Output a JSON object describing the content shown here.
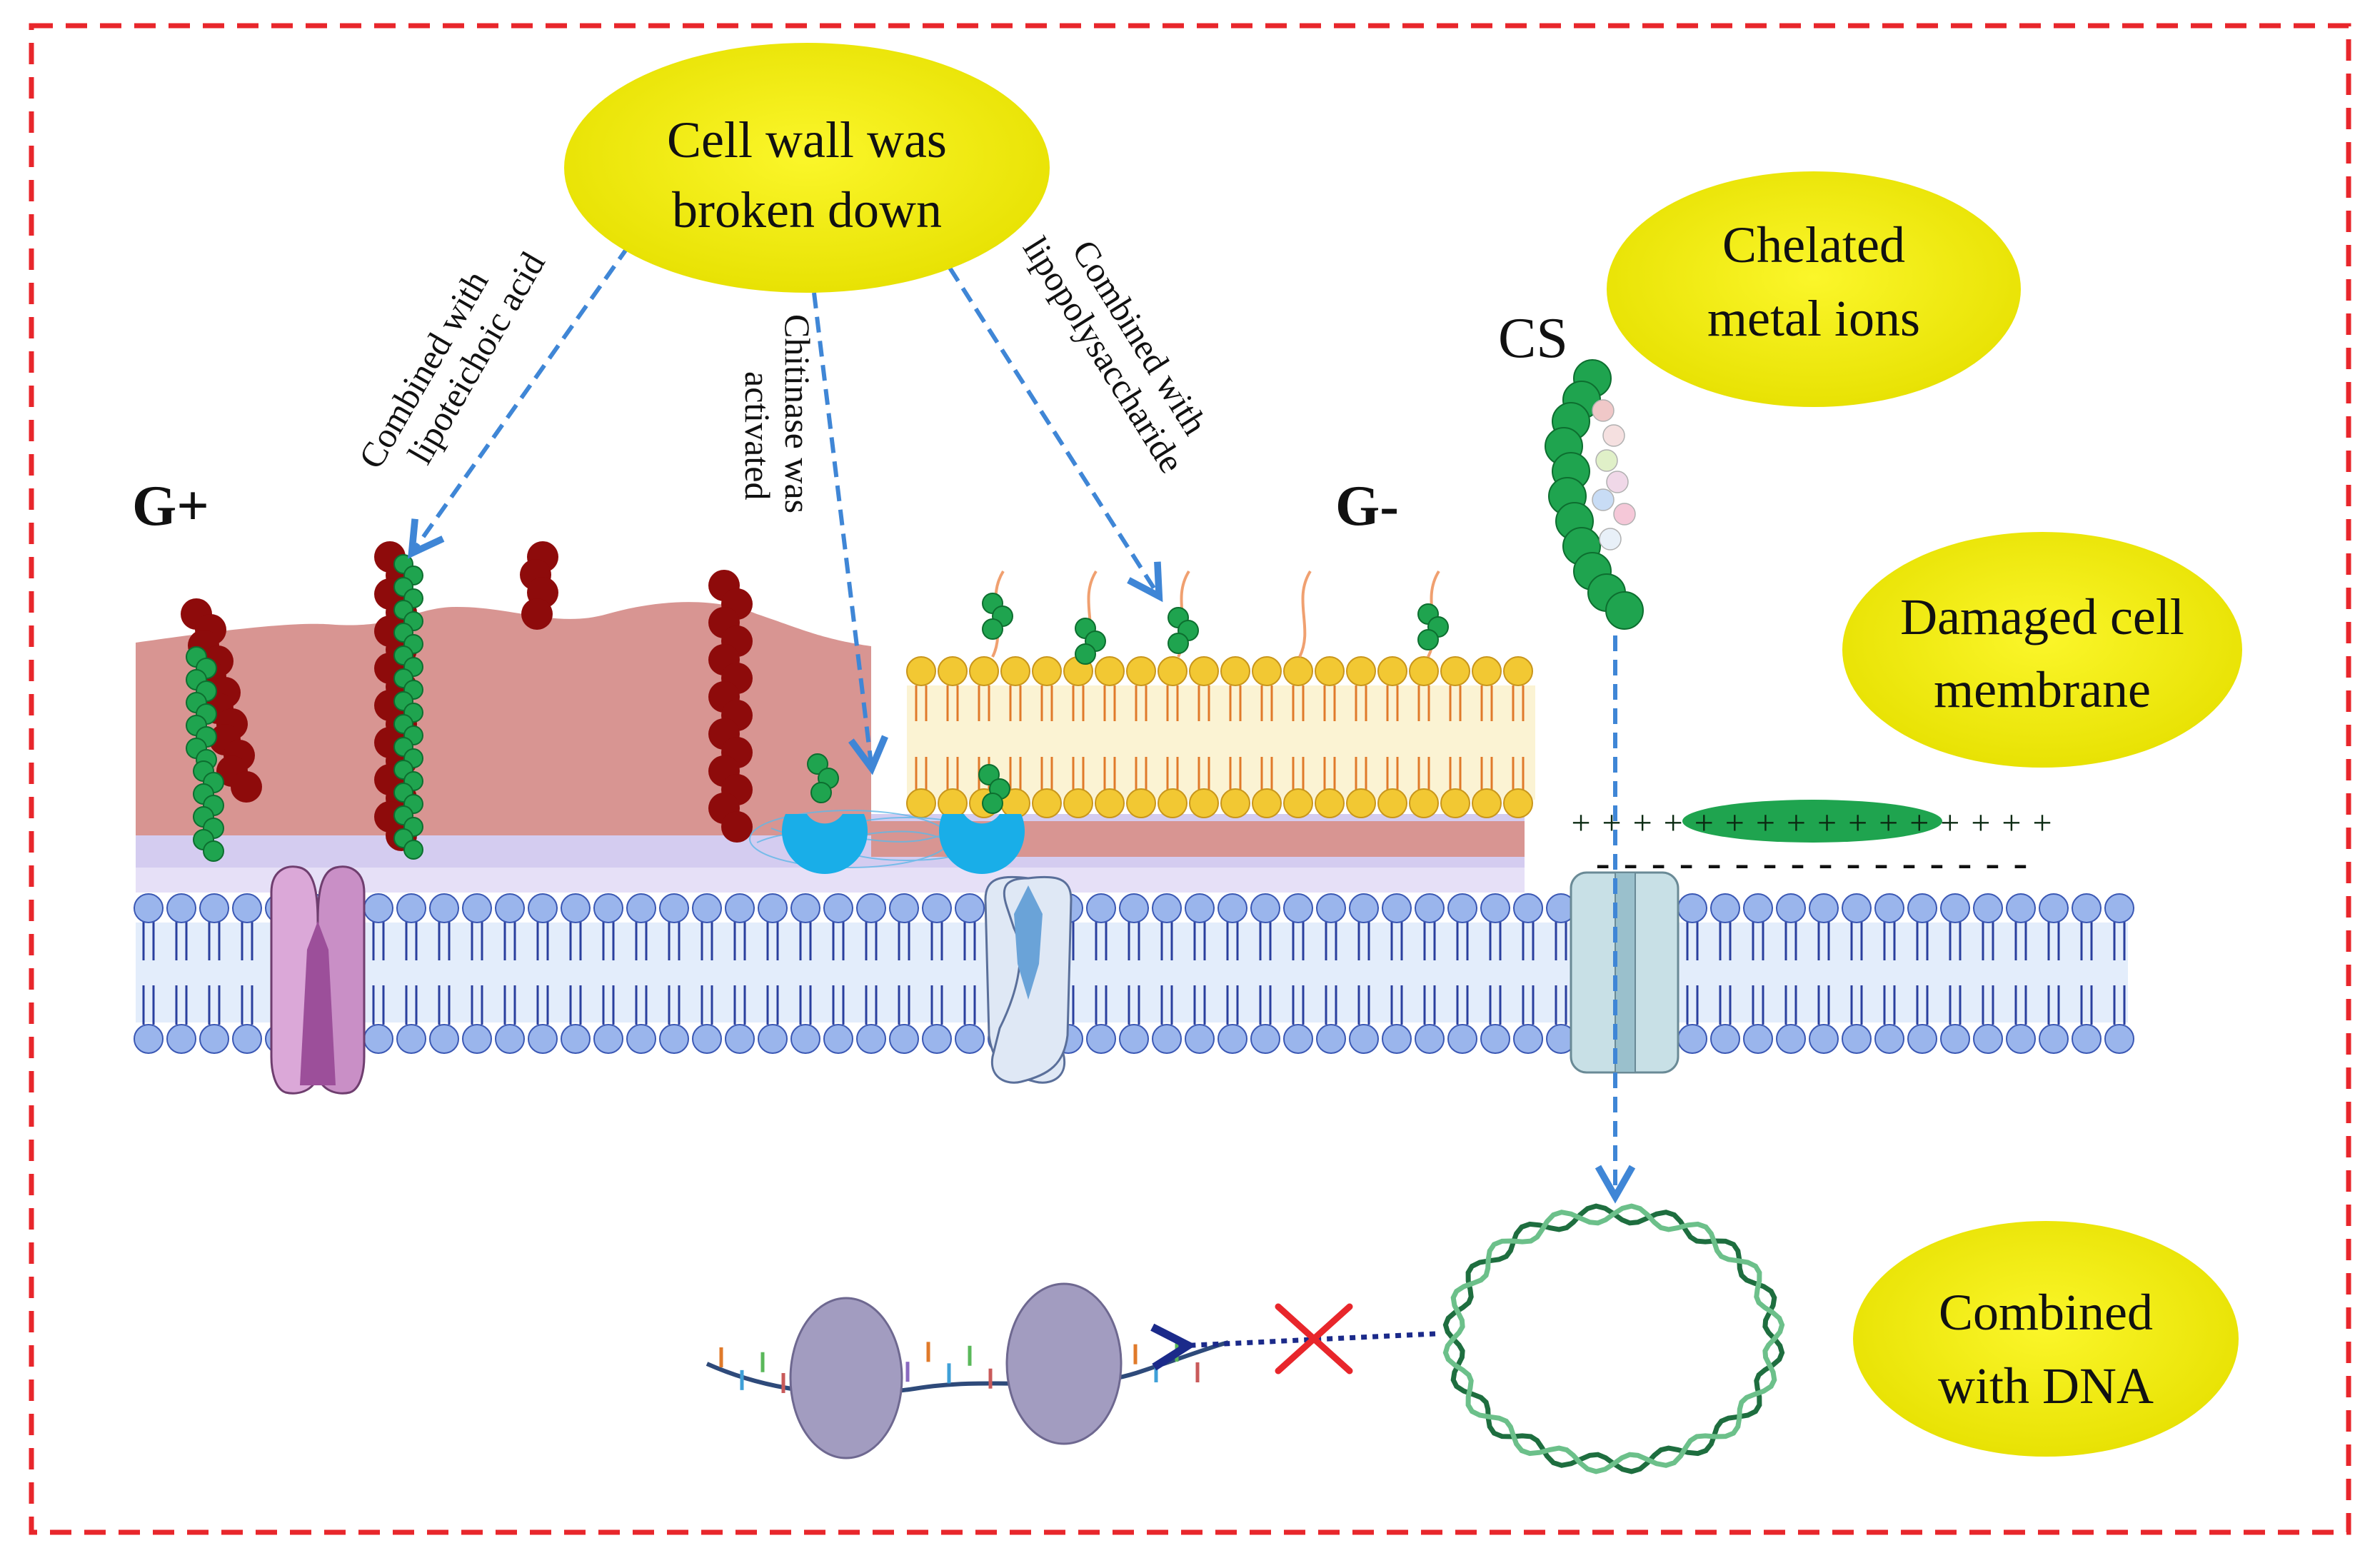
{
  "labels": {
    "cell_wall_broken": [
      "Cell wall was",
      "broken down"
    ],
    "chelated": [
      "Chelated",
      "metal ions"
    ],
    "damaged_membrane": [
      "Damaged cell",
      "membrane"
    ],
    "combined_dna": [
      "Combined",
      "with DNA"
    ],
    "g_plus": "G+",
    "g_minus": "G-",
    "cs": "CS",
    "lta": [
      "Combined with",
      "lipoteichoic acid"
    ],
    "chitinase": [
      "Chitinase was",
      "activated"
    ],
    "lps": [
      "Combined with",
      "lipopolysaccharide"
    ]
  },
  "colors": {
    "border": "#e8262b",
    "bubble": "#f3ef0a",
    "arrow": "#3f86d6",
    "peptidoglycan": "#d89592",
    "teichoic": "#8e0b0b",
    "chitosan": "#1fa44f",
    "lipid_outer": "#f2c833",
    "lipid_inner": "#9ab5ec",
    "periplasm": "#d4ccf0",
    "dna": "#2e8b57",
    "ribosome": "#a29cc0",
    "block_x": "#e8262b"
  },
  "membrane_charge": {
    "positive": "+ + + + + + + + + + + + + + + +",
    "negative": "- - - - - - - - - - - - - - - -"
  }
}
